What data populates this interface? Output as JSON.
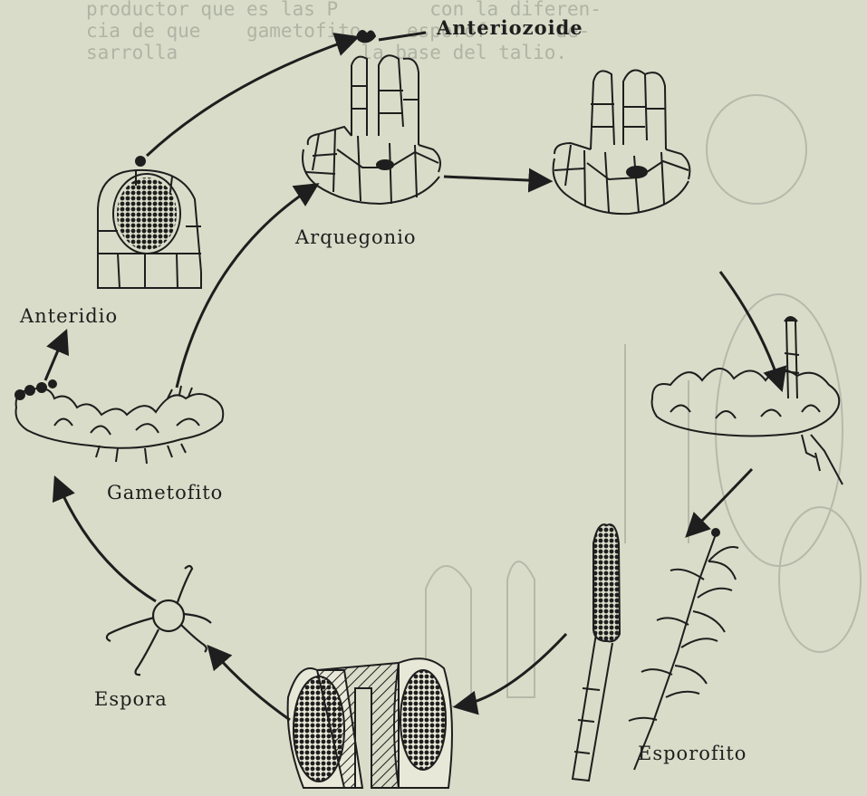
{
  "labels": {
    "anteriozoide": "Anteriozoide",
    "arquegonio": "Arquegonio",
    "anteridio": "Anteridio",
    "gametofito": "Gametofito",
    "espora": "Espora",
    "esporofito": "Esporofito"
  },
  "background_text": [
    "productor que es las P        con la diferen-",
    "cia de que    gametofito    esporof      de-",
    "sarrolla                la base del talio."
  ],
  "colors": {
    "paper": "#d9dcc8",
    "ink": "#1e1e1e",
    "bleed": "#8e9488"
  }
}
